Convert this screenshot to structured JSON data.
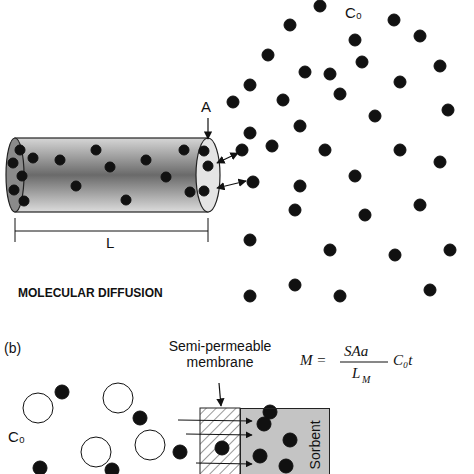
{
  "diagram": {
    "nodes": [
      {
        "text": [
          "Sorbent"
        ]
      }
    ],
    "labels": [
      "A",
      "C₀",
      "L",
      "MOLECULAR DIFFUSION",
      "(b)",
      "Semi-permeable membrane",
      "M =",
      "SAa",
      "L",
      "M",
      "C₀t",
      "C₀"
    ]
  }
}
